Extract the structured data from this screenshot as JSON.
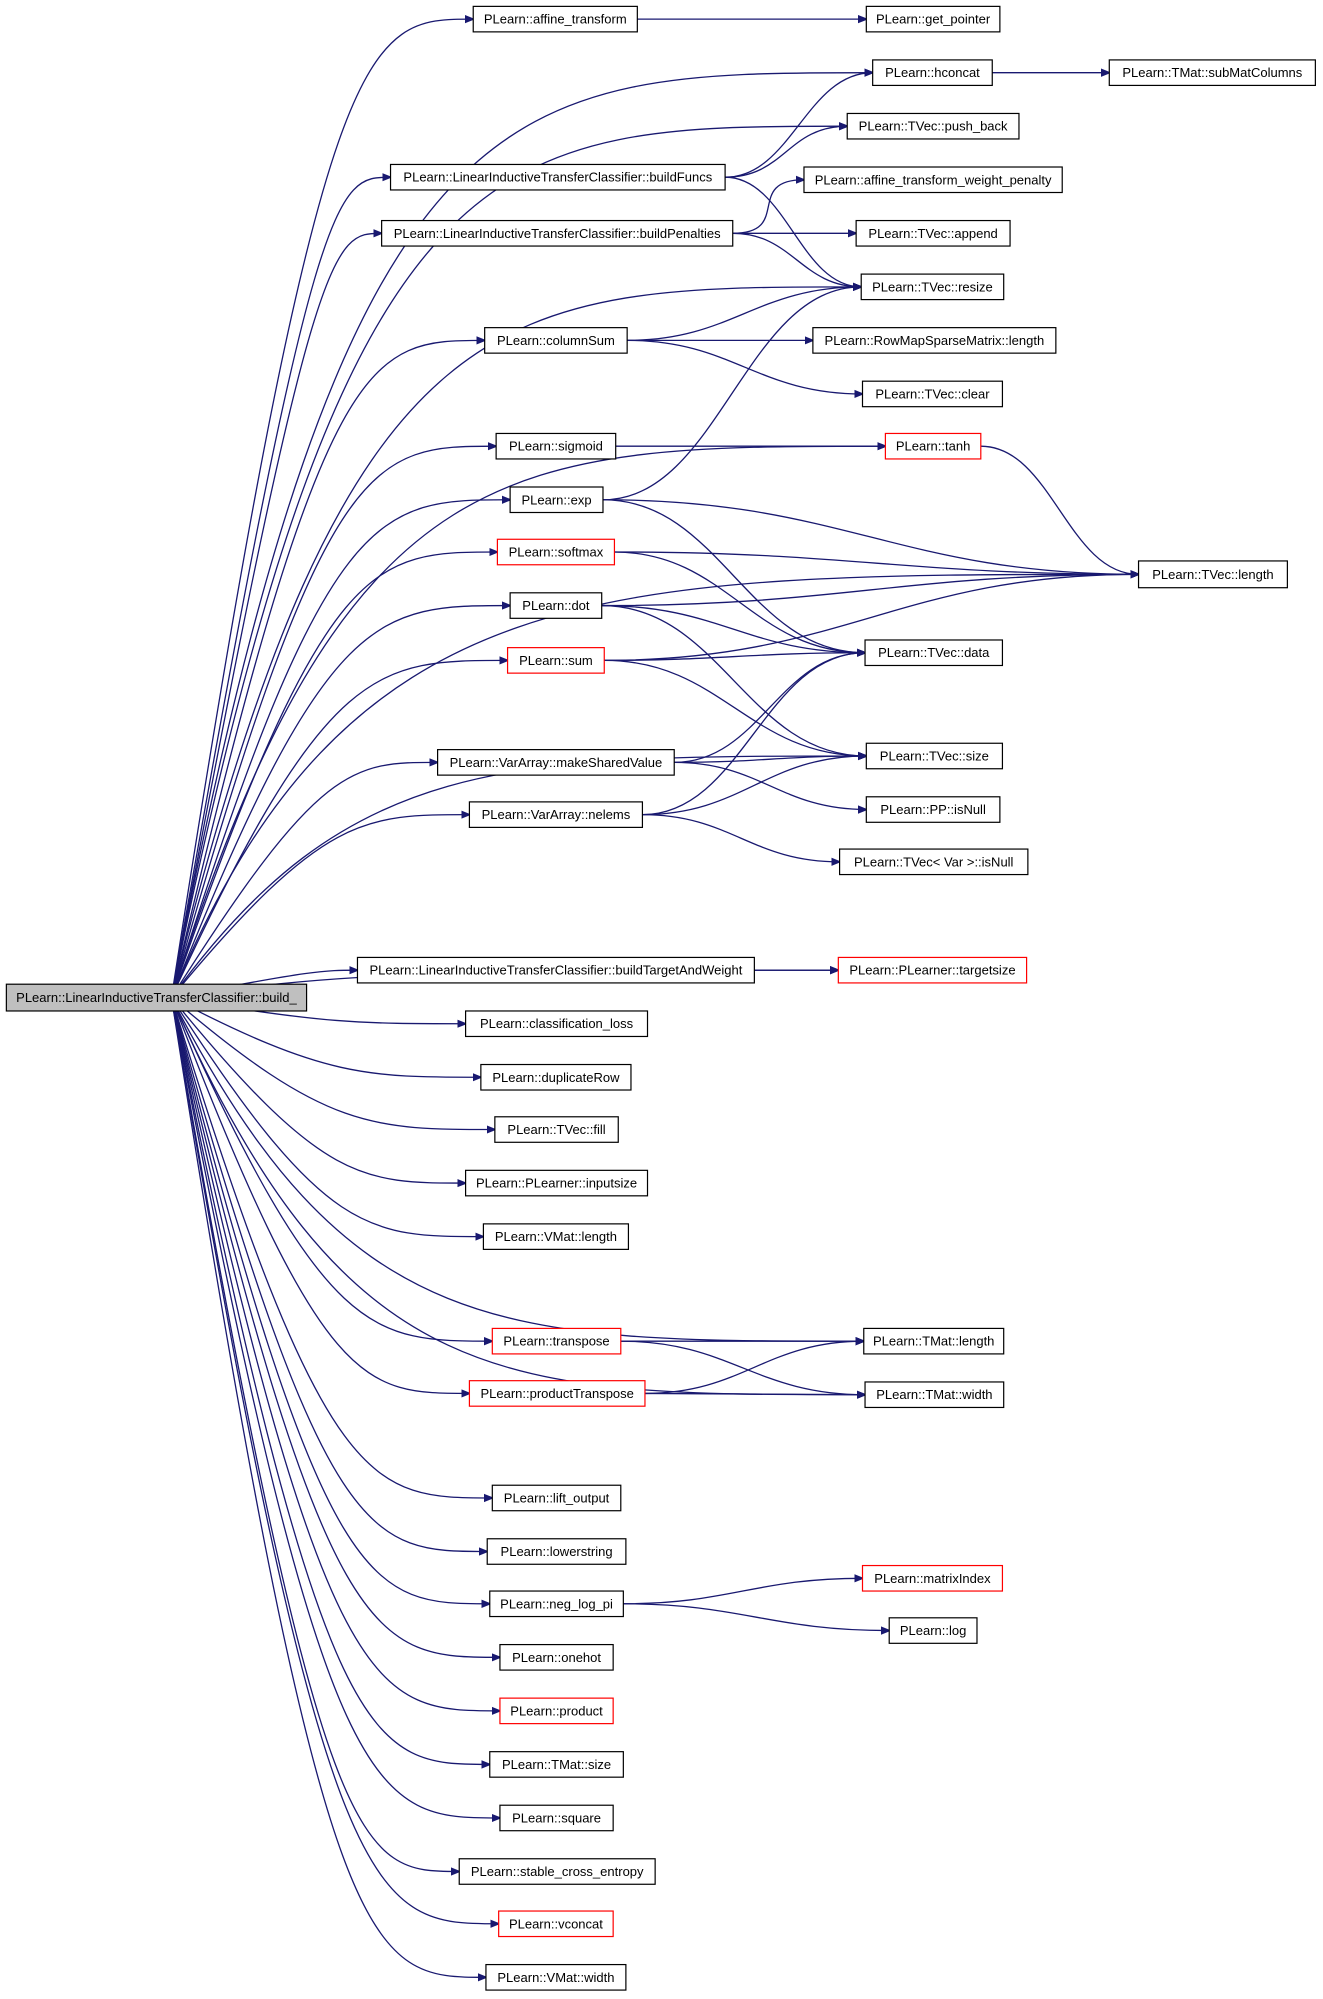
{
  "root": "PLearn::LinearInductiveTransferClassifier::build_",
  "colors": {
    "edge": "#191970",
    "node_border": "#000000",
    "truncated_border": "#ff0000",
    "root_fill": "#bfbfbf"
  },
  "nodes": [
    {
      "id": "build_",
      "label": "PLearn::LinearInductiveTransferClassifier::build_",
      "root": true
    },
    {
      "id": "affine_transform",
      "label": "PLearn::affine_transform"
    },
    {
      "id": "get_pointer",
      "label": "PLearn::get_pointer"
    },
    {
      "id": "hconcat",
      "label": "PLearn::hconcat"
    },
    {
      "id": "subMatColumns",
      "label": "PLearn::TMat::subMatColumns"
    },
    {
      "id": "push_back",
      "label": "PLearn::TVec::push_back"
    },
    {
      "id": "buildFuncs",
      "label": "PLearn::LinearInductiveTransferClassifier::buildFuncs"
    },
    {
      "id": "atwp",
      "label": "PLearn::affine_transform_weight_penalty"
    },
    {
      "id": "buildPenalties",
      "label": "PLearn::LinearInductiveTransferClassifier::buildPenalties"
    },
    {
      "id": "append",
      "label": "PLearn::TVec::append"
    },
    {
      "id": "resize",
      "label": "PLearn::TVec::resize"
    },
    {
      "id": "columnSum",
      "label": "PLearn::columnSum"
    },
    {
      "id": "rmsm_length",
      "label": "PLearn::RowMapSparseMatrix::length"
    },
    {
      "id": "clear",
      "label": "PLearn::TVec::clear"
    },
    {
      "id": "sigmoid",
      "label": "PLearn::sigmoid"
    },
    {
      "id": "tanh",
      "label": "PLearn::tanh",
      "truncated": true
    },
    {
      "id": "exp",
      "label": "PLearn::exp"
    },
    {
      "id": "softmax",
      "label": "PLearn::softmax",
      "truncated": true
    },
    {
      "id": "tvec_length",
      "label": "PLearn::TVec::length"
    },
    {
      "id": "dot",
      "label": "PLearn::dot"
    },
    {
      "id": "data",
      "label": "PLearn::TVec::data"
    },
    {
      "id": "sum",
      "label": "PLearn::sum",
      "truncated": true
    },
    {
      "id": "makeSharedValue",
      "label": "PLearn::VarArray::makeSharedValue"
    },
    {
      "id": "tvec_size",
      "label": "PLearn::TVec::size"
    },
    {
      "id": "pp_isNull",
      "label": "PLearn::PP::isNull"
    },
    {
      "id": "nelems",
      "label": "PLearn::VarArray::nelems"
    },
    {
      "id": "tvecvar_isNull",
      "label": "PLearn::TVec< Var >::isNull"
    },
    {
      "id": "buildTargetAndWeight",
      "label": "PLearn::LinearInductiveTransferClassifier::buildTargetAndWeight"
    },
    {
      "id": "targetsize",
      "label": "PLearn::PLearner::targetsize",
      "truncated": true
    },
    {
      "id": "classification_loss",
      "label": "PLearn::classification_loss"
    },
    {
      "id": "duplicateRow",
      "label": "PLearn::duplicateRow"
    },
    {
      "id": "fill",
      "label": "PLearn::TVec::fill"
    },
    {
      "id": "inputsize",
      "label": "PLearn::PLearner::inputsize"
    },
    {
      "id": "vmat_length",
      "label": "PLearn::VMat::length"
    },
    {
      "id": "transpose",
      "label": "PLearn::transpose",
      "truncated": true
    },
    {
      "id": "tmat_length",
      "label": "PLearn::TMat::length"
    },
    {
      "id": "productTranspose",
      "label": "PLearn::productTranspose",
      "truncated": true
    },
    {
      "id": "tmat_width",
      "label": "PLearn::TMat::width"
    },
    {
      "id": "lift_output",
      "label": "PLearn::lift_output"
    },
    {
      "id": "lowerstring",
      "label": "PLearn::lowerstring"
    },
    {
      "id": "neg_log_pi",
      "label": "PLearn::neg_log_pi"
    },
    {
      "id": "matrixIndex",
      "label": "PLearn::matrixIndex",
      "truncated": true
    },
    {
      "id": "log",
      "label": "PLearn::log"
    },
    {
      "id": "onehot",
      "label": "PLearn::onehot"
    },
    {
      "id": "product",
      "label": "PLearn::product",
      "truncated": true
    },
    {
      "id": "tmat_size",
      "label": "PLearn::TMat::size"
    },
    {
      "id": "square",
      "label": "PLearn::square"
    },
    {
      "id": "sce",
      "label": "PLearn::stable_cross_entropy"
    },
    {
      "id": "vconcat",
      "label": "PLearn::vconcat",
      "truncated": true
    },
    {
      "id": "vmat_width",
      "label": "PLearn::VMat::width"
    }
  ],
  "edges": [
    [
      "build_",
      "affine_transform"
    ],
    [
      "build_",
      "hconcat"
    ],
    [
      "build_",
      "push_back"
    ],
    [
      "build_",
      "buildFuncs"
    ],
    [
      "build_",
      "buildPenalties"
    ],
    [
      "build_",
      "resize"
    ],
    [
      "build_",
      "columnSum"
    ],
    [
      "build_",
      "tanh"
    ],
    [
      "build_",
      "sigmoid"
    ],
    [
      "build_",
      "exp"
    ],
    [
      "build_",
      "softmax"
    ],
    [
      "build_",
      "dot"
    ],
    [
      "build_",
      "sum"
    ],
    [
      "build_",
      "tvec_size"
    ],
    [
      "build_",
      "makeSharedValue"
    ],
    [
      "build_",
      "nelems"
    ],
    [
      "build_",
      "tvec_length"
    ],
    [
      "build_",
      "targetsize"
    ],
    [
      "build_",
      "buildTargetAndWeight"
    ],
    [
      "build_",
      "classification_loss"
    ],
    [
      "build_",
      "duplicateRow"
    ],
    [
      "build_",
      "fill"
    ],
    [
      "build_",
      "inputsize"
    ],
    [
      "build_",
      "vmat_length"
    ],
    [
      "build_",
      "tmat_length"
    ],
    [
      "build_",
      "transpose"
    ],
    [
      "build_",
      "productTranspose"
    ],
    [
      "build_",
      "tmat_width"
    ],
    [
      "build_",
      "lift_output"
    ],
    [
      "build_",
      "lowerstring"
    ],
    [
      "build_",
      "neg_log_pi"
    ],
    [
      "build_",
      "onehot"
    ],
    [
      "build_",
      "product"
    ],
    [
      "build_",
      "tmat_size"
    ],
    [
      "build_",
      "square"
    ],
    [
      "build_",
      "sce"
    ],
    [
      "build_",
      "vconcat"
    ],
    [
      "build_",
      "vmat_width"
    ],
    [
      "affine_transform",
      "get_pointer"
    ],
    [
      "hconcat",
      "subMatColumns"
    ],
    [
      "buildFuncs",
      "hconcat"
    ],
    [
      "buildFuncs",
      "push_back"
    ],
    [
      "buildFuncs",
      "resize"
    ],
    [
      "buildPenalties",
      "atwp"
    ],
    [
      "buildPenalties",
      "append"
    ],
    [
      "buildPenalties",
      "resize"
    ],
    [
      "columnSum",
      "resize"
    ],
    [
      "columnSum",
      "rmsm_length"
    ],
    [
      "columnSum",
      "clear"
    ],
    [
      "sigmoid",
      "tanh"
    ],
    [
      "tanh",
      "tvec_length"
    ],
    [
      "exp",
      "resize"
    ],
    [
      "exp",
      "tvec_length"
    ],
    [
      "exp",
      "data"
    ],
    [
      "softmax",
      "tvec_length"
    ],
    [
      "softmax",
      "data"
    ],
    [
      "dot",
      "tvec_length"
    ],
    [
      "dot",
      "data"
    ],
    [
      "dot",
      "tvec_size"
    ],
    [
      "sum",
      "data"
    ],
    [
      "sum",
      "tvec_length"
    ],
    [
      "sum",
      "tvec_size"
    ],
    [
      "makeSharedValue",
      "data"
    ],
    [
      "makeSharedValue",
      "tvec_size"
    ],
    [
      "makeSharedValue",
      "pp_isNull"
    ],
    [
      "nelems",
      "tvec_size"
    ],
    [
      "nelems",
      "data"
    ],
    [
      "nelems",
      "tvecvar_isNull"
    ],
    [
      "buildTargetAndWeight",
      "targetsize"
    ],
    [
      "transpose",
      "tmat_length"
    ],
    [
      "transpose",
      "tmat_width"
    ],
    [
      "productTranspose",
      "tmat_length"
    ],
    [
      "productTranspose",
      "tmat_width"
    ],
    [
      "neg_log_pi",
      "matrixIndex"
    ],
    [
      "neg_log_pi",
      "log"
    ]
  ]
}
